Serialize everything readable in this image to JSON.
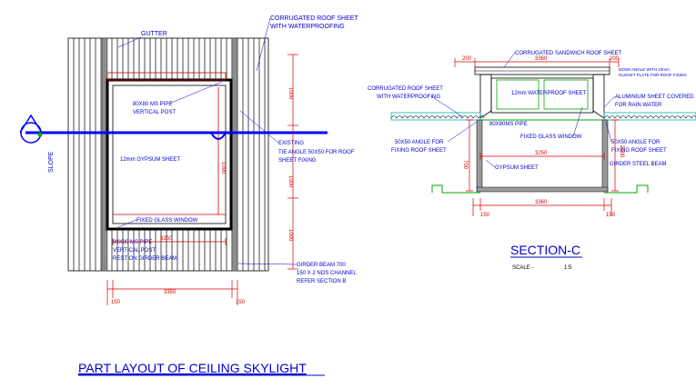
{
  "plan": {
    "title": "PART LAYOUT OF CEILING SKYLIGHT",
    "labels": {
      "gutter": "GUTTER",
      "roof_sheet_1": "CORRUGATED ROOF SHEET",
      "roof_sheet_2": "WITH WATERPROOFING",
      "pipe_post_1": "80X80 MS PIPE",
      "pipe_post_2": "VERTICAL POST",
      "existing_1": "EXISTING",
      "existing_2": "TIE ANGLE 50X50 FOR ROOF",
      "existing_3": "SHEET FIXING",
      "gypsum": "12mm GYPSUM SHEET",
      "fixed_glass": "FIXED GLASS WINDOW",
      "pipe_rest_1": "80X80 MS PIPE",
      "pipe_rest_2": "VERTICAL POST",
      "pipe_rest_3": "REST ON GIRDER BEAM",
      "girder_1": "GIRDER BEAM 700",
      "girder_2": "150 X 2 NOS CHANNEL",
      "girder_3": "REFER SECTION B",
      "slope": "SLOPE"
    },
    "dims": {
      "width_inner": "3250",
      "width_total": "3350",
      "left_150": "150",
      "right_150": "150",
      "height_1000": "1000",
      "vert_top": "1000",
      "vert_mid": "1000",
      "vert_bot": "1000"
    }
  },
  "section": {
    "title": "SECTION-C",
    "scale_label": "SCALE -",
    "scale_value": "1:5",
    "labels": {
      "sandwich": "CORRUGATED SANDWICH ROOF SHEET",
      "angle_gusset_1": "50X50 ANGLE WITH 10mm",
      "angle_gusset_2": "GUSSET PLATE FOR ROOF FIXING",
      "roof_sheet_1": "CORRUGATED ROOF SHEET",
      "roof_sheet_2": "WITH WATERPROOFING",
      "waterproof": "12mm WATERPROOF SHEET",
      "alu_1": "ALUMINIUM SHEET COVERED",
      "alu_2": "FOR RAIN WATER",
      "pipe": "80X80MS PIPE",
      "fixed_glass": "FIXED GLASS WINDOW",
      "angle_left_1": "50X50 ANGLE FOR",
      "angle_left_2": "FIXING ROOF SHEET",
      "angle_right_1": "50X50 ANGLE FOR",
      "angle_right_2": "FIXING ROOF SHEET",
      "gypsum": "GYPSUM SHEET",
      "girder": "GIRDER STEEL BEAM"
    },
    "dims": {
      "top_total": "3360",
      "top_left": "200",
      "top_right": "200",
      "mid_width": "3250",
      "bot_width": "3360",
      "bot_left": "150",
      "bot_right": "150",
      "left_height": "700",
      "right_height": "2000"
    }
  },
  "colors": {
    "line": "#000000",
    "dim": "#d40000",
    "beam": "#0000ff",
    "green": "#00aa00",
    "cyan": "#00b4b4",
    "title": "#0000cc"
  }
}
